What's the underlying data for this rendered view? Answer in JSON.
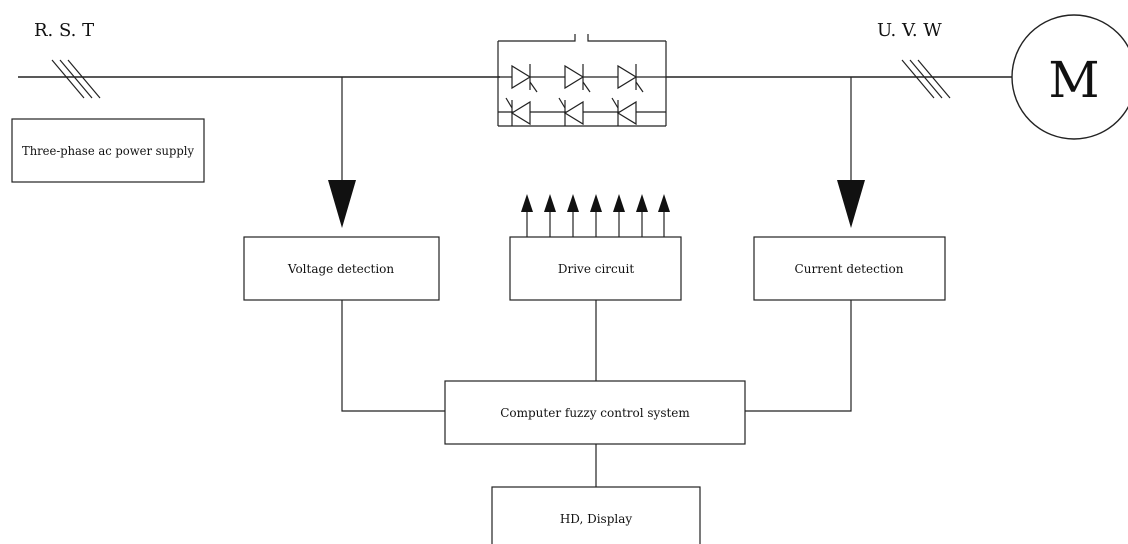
{
  "input_label": "R. S. T",
  "output_label": "U. V. W",
  "motor_label": "M",
  "blocks": {
    "power_supply": "Three-phase ac power supply",
    "voltage_detection": "Voltage detection",
    "drive_circuit": "Drive circuit",
    "current_detection": "Current detection",
    "controller": "Computer fuzzy control system",
    "display": "HD, Display"
  }
}
